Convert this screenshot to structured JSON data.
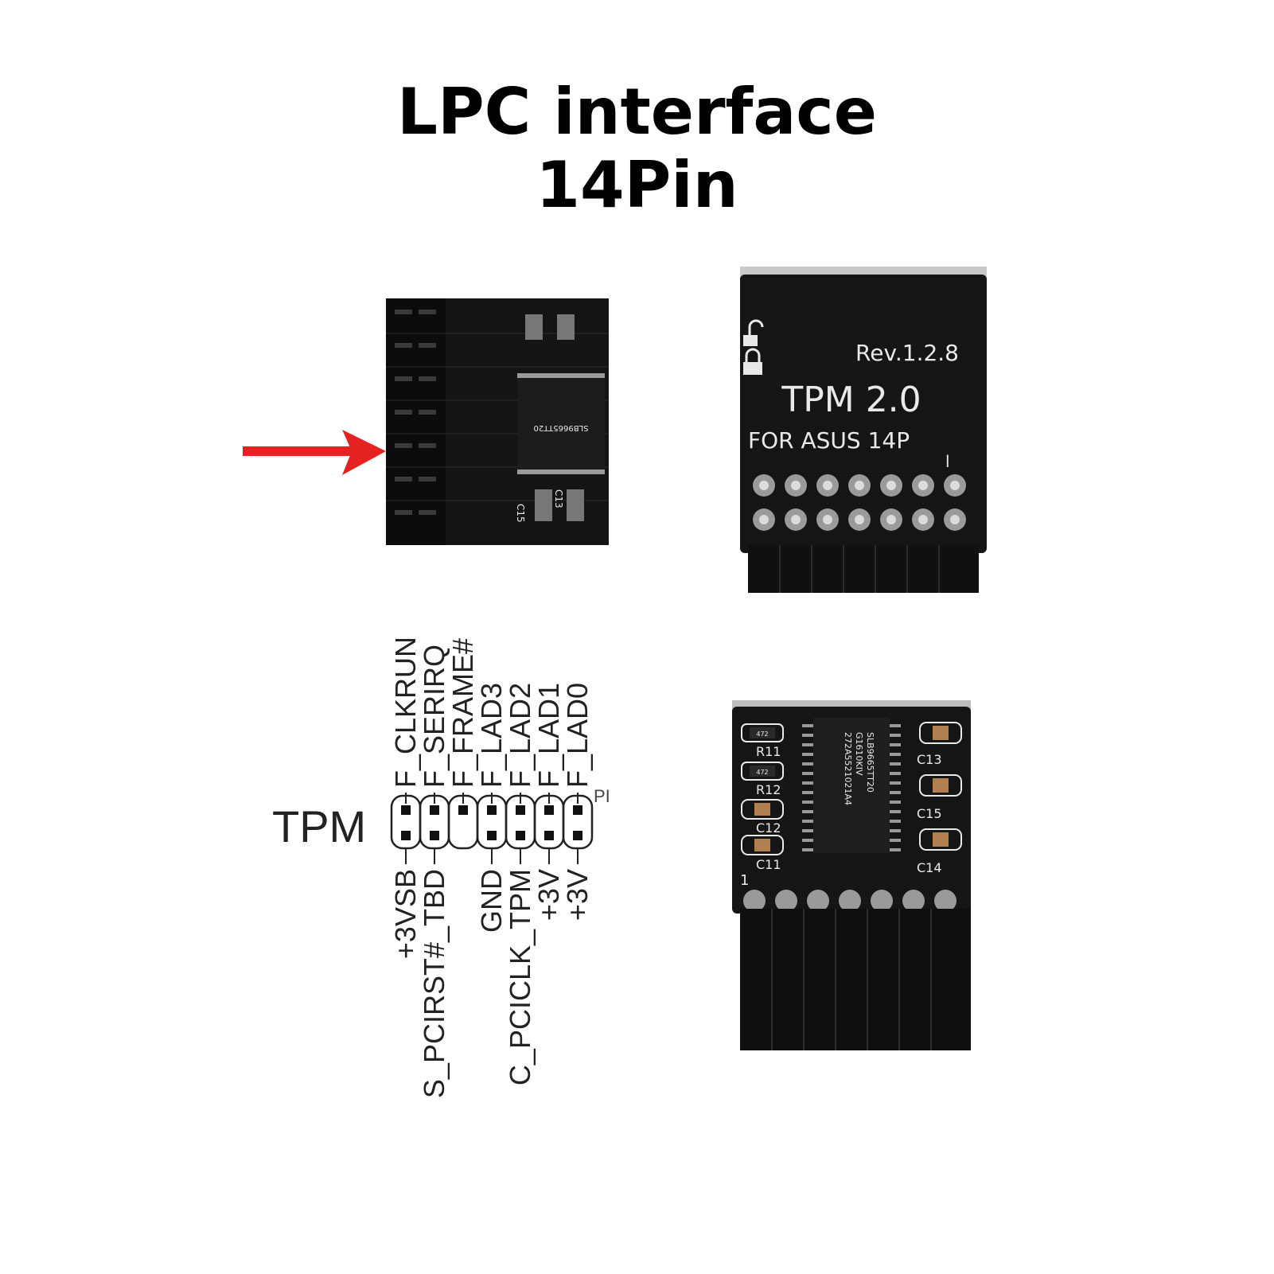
{
  "title": {
    "line1": "LPC interface",
    "line2": "14Pin"
  },
  "board_top": {
    "rev": "Rev.1.2.8",
    "model": "TPM 2.0",
    "variant": "FOR ASUS 14P",
    "pin1_mark": "l",
    "icons": [
      "unlocked-padlock-icon",
      "locked-padlock-icon"
    ]
  },
  "board_bottom": {
    "chip_line1": "SLB9665TT20",
    "chip_line2": "G1610KIV",
    "chip_line3": "272A5521021A4",
    "resistor_value": "472",
    "refs": [
      "R11",
      "R12",
      "C12",
      "C11",
      "C13",
      "C15",
      "C14"
    ],
    "pin1_mark": "1"
  },
  "board_side": {
    "chip_text": "SLB9665TT20",
    "refs": [
      "C15",
      "C13"
    ]
  },
  "pinout": {
    "header_label": "TPM",
    "corner_mark": "PI",
    "top_pins": [
      "F_CLKRUN",
      "F_SERIRQ",
      "F_FRAME#",
      "F_LAD3",
      "F_LAD2",
      "F_LAD1",
      "F_LAD0"
    ],
    "bottom_pins": [
      "+3VSB",
      "S_PCIRST#_TBD",
      "",
      "GND",
      "C_PCICLK_TPM",
      "+3V",
      "+3V"
    ]
  },
  "colors": {
    "pcb": "#151515",
    "silkscreen": "#e9e9e9",
    "arrow": "#e52222",
    "pad": "#bdbdbd"
  }
}
